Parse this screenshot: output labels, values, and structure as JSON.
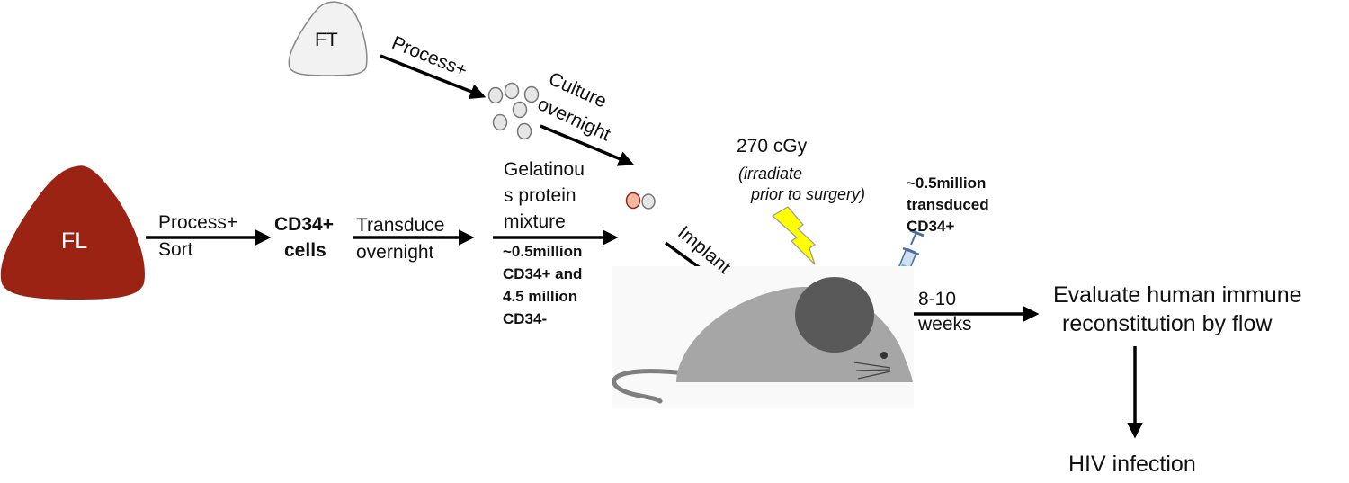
{
  "nodes": {
    "fl": "FL",
    "ft": "FT"
  },
  "labels": {
    "process_sort": [
      "Process+",
      "Sort"
    ],
    "cd34_cells": [
      "CD34+",
      "cells"
    ],
    "transduce": [
      "Transduce",
      "overnight"
    ],
    "gelatinous": [
      "Gelatinou",
      "s protein",
      "mixture"
    ],
    "cell_counts": [
      "~0.5million",
      "CD34+ and",
      "4.5 million",
      "CD34-"
    ],
    "process_ft": "Process+",
    "culture": "Culture",
    "overnight": "overnight",
    "implant": "Implant",
    "dose": "270 cGy",
    "dose_note": [
      "(irradiate",
      "prior to surgery)"
    ],
    "transduced": [
      "~0.5million",
      "transduced",
      "CD34+"
    ],
    "weeks": [
      "8-10",
      "weeks"
    ],
    "evaluate": [
      "Evaluate human immune",
      "reconstitution by flow"
    ],
    "hiv": "HIV infection"
  },
  "colors": {
    "fetal_liver": "#9b2314",
    "fetal_thymus": "#f2f2f2",
    "mouse_body": "#a6a6a6",
    "mouse_ear": "#595959",
    "mouse_tail": "#7f7f7f",
    "cd34_plus_cell": "#f2b8a0",
    "lightning": "#ffff00",
    "syringe": "#7fa7d6"
  },
  "icons": {
    "radiation": "lightning-bolt-icon",
    "injection": "syringe-icon",
    "animal": "mouse-icon"
  }
}
